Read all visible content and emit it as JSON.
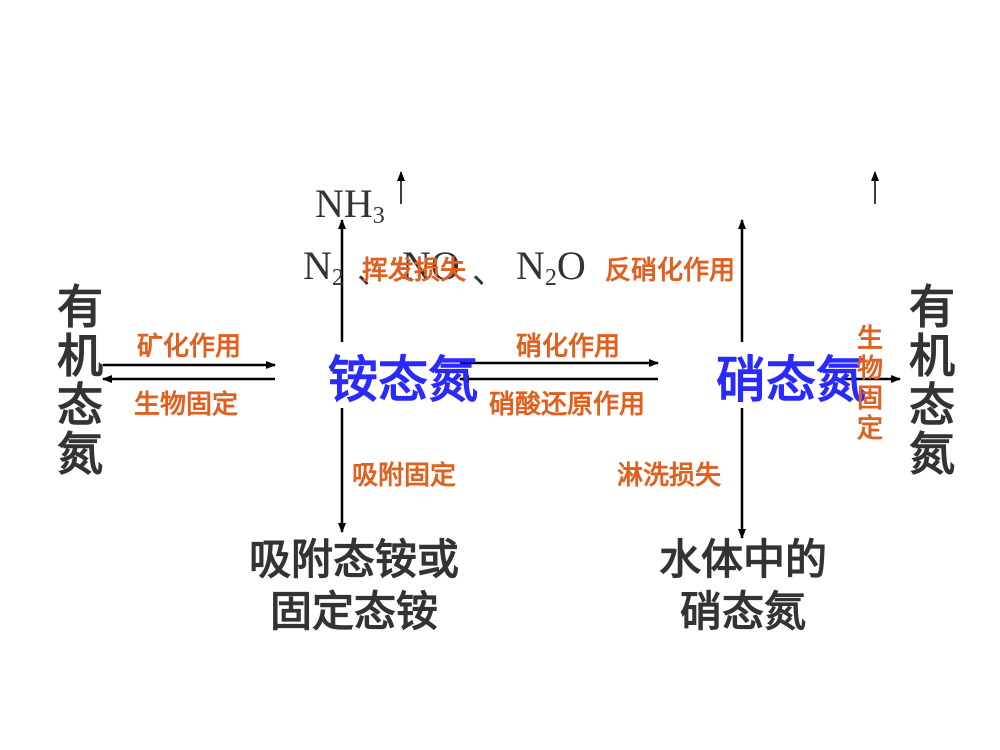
{
  "nodes": {
    "organic_left": "有机态氮",
    "organic_right": "有机态氮",
    "ammonium": "铵态氮",
    "nitrate": "硝态氮",
    "adsorbed": [
      "吸附态铵或",
      "固定态铵"
    ],
    "water_nitrate": [
      "水体中的",
      "硝态氮"
    ]
  },
  "processes": {
    "mineralization": "矿化作用",
    "bio_fixation_left": "生物固定",
    "nitrification": "硝化作用",
    "nitrate_reduction": "硝酸还原作用",
    "volatilization": "挥发损失",
    "denitrification": "反硝化作用",
    "adsorption_fixation": "吸附固定",
    "leaching": "淋洗损失",
    "bio_fixation_right": "生物固定"
  },
  "gases": {
    "nh3": {
      "base": "NH",
      "sub": "3"
    },
    "n2": {
      "base": "N",
      "sub": "2"
    },
    "separator": "、",
    "no": "NO",
    "n2o": {
      "base": "N",
      "sub": "2",
      "tail": "O"
    }
  },
  "colors": {
    "node_dark": "#333333",
    "node_blue": "#2a2aff",
    "process_label": "#e0601f",
    "arrow": "#000000"
  }
}
